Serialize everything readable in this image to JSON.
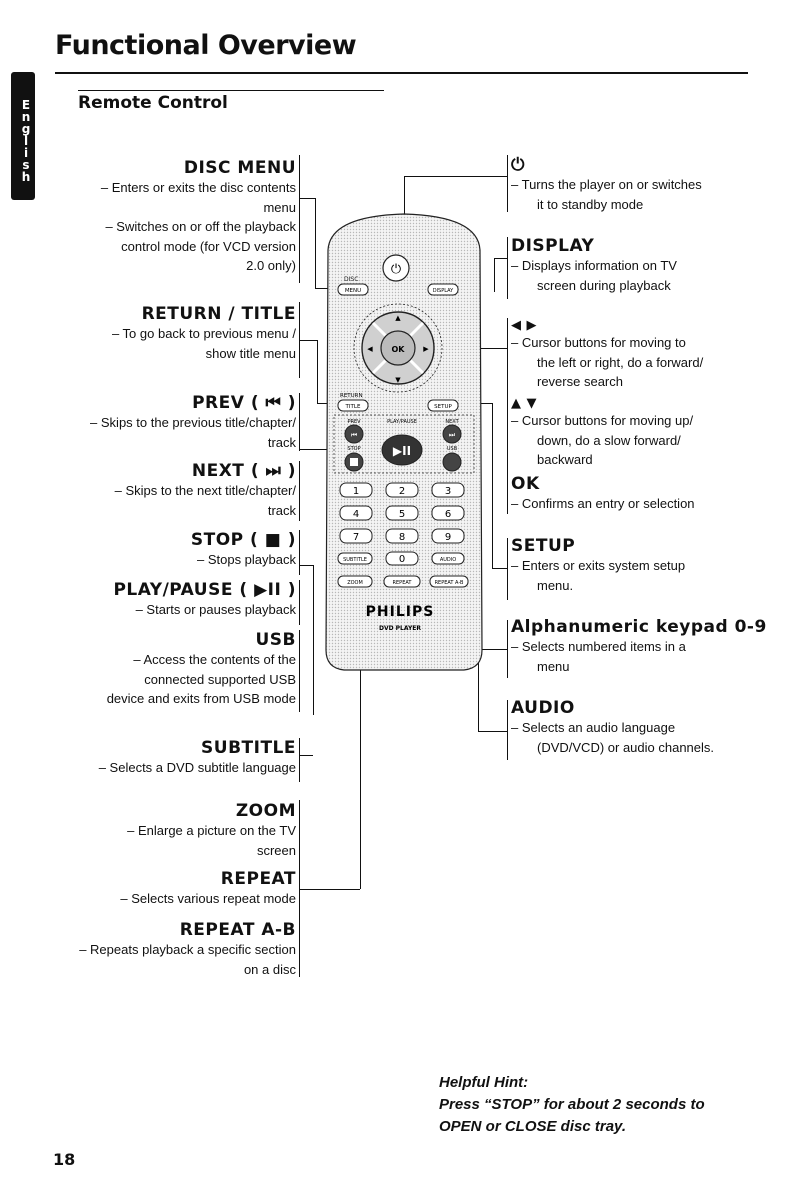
{
  "page": {
    "title": "Functional Overview",
    "subtitle": "Remote Control",
    "language_tab": "English",
    "page_number": "18"
  },
  "left": [
    {
      "heading": "DISC MENU",
      "lines": [
        "– Enters or exits the disc contents",
        "menu",
        "– Switches on or off the playback",
        "control mode (for VCD version",
        "2.0 only)"
      ]
    },
    {
      "heading": "RETURN / TITLE",
      "lines": [
        "– To go back to previous menu /",
        "show  title menu"
      ]
    },
    {
      "heading": "PREV ( ⏮ )",
      "lines": [
        "– Skips to the previous title/chapter/",
        "track"
      ]
    },
    {
      "heading": "NEXT ( ⏭ )",
      "lines": [
        "– Skips to the next title/chapter/",
        "track"
      ]
    },
    {
      "heading": "STOP ( ■ )",
      "lines": [
        "– Stops playback"
      ]
    },
    {
      "heading": "PLAY/PAUSE ( ▶II )",
      "lines": [
        "– Starts or pauses playback"
      ]
    },
    {
      "heading": "USB",
      "lines": [
        "– Access the contents of the",
        "connected supported USB",
        "device and exits from USB mode"
      ]
    },
    {
      "heading": "SUBTITLE",
      "lines": [
        "– Selects a DVD subtitle language"
      ]
    },
    {
      "heading": "ZOOM",
      "lines": [
        "–  Enlarge a picture on the TV",
        "screen"
      ]
    },
    {
      "heading": "REPEAT",
      "lines": [
        "– Selects various repeat mode"
      ]
    },
    {
      "heading": "REPEAT A-B",
      "lines": [
        "– Repeats playback a specific section",
        "on a disc"
      ]
    }
  ],
  "right": [
    {
      "heading": "⏻",
      "lines": [
        "–   Turns the player on or switches",
        "it to standby mode"
      ]
    },
    {
      "heading": "DISPLAY",
      "lines": [
        "–   Displays information on TV",
        "screen during playback"
      ]
    },
    {
      "heading": "◀ ▶",
      "lines": [
        "–   Cursor buttons for moving to",
        "the left or right, do a forward/",
        "reverse search"
      ]
    },
    {
      "heading": "▲ ▼",
      "lines": [
        "–   Cursor buttons for moving up/",
        "down, do a slow forward/",
        "backward"
      ]
    },
    {
      "heading": "OK",
      "lines": [
        "–   Confirms an entry or selection"
      ]
    },
    {
      "heading": "SETUP",
      "lines": [
        "–   Enters or exits system setup",
        "menu."
      ]
    },
    {
      "heading": "Alphanumeric keypad 0-9",
      "lines": [
        "–   Selects numbered items in a",
        "menu"
      ]
    },
    {
      "heading": "AUDIO",
      "lines": [
        "–   Selects an audio language",
        "(DVD/VCD) or audio channels."
      ]
    }
  ],
  "remote": {
    "disc_menu": "DISC MENU",
    "display": "DISPLAY",
    "ok": "OK",
    "return_title": "RETURN TITLE",
    "setup": "SETUP",
    "prev": "PREV",
    "next": "NEXT",
    "play_pause": "PLAY/PAUSE",
    "stop": "STOP",
    "usb": "USB",
    "keys": [
      "1",
      "2",
      "3",
      "4",
      "5",
      "6",
      "7",
      "8",
      "9"
    ],
    "subtitle": "SUBTITLE",
    "zero": "0",
    "audio": "AUDIO",
    "zoom": "ZOOM",
    "repeat": "REPEAT",
    "repeat_ab": "REPEAT A-B",
    "brand": "PHILIPS",
    "model": "DVD PLAYER"
  },
  "hint": {
    "title": "Helpful Hint:",
    "line1": "Press “STOP”  for about 2 seconds to",
    "line2": "OPEN or CLOSE disc tray."
  }
}
